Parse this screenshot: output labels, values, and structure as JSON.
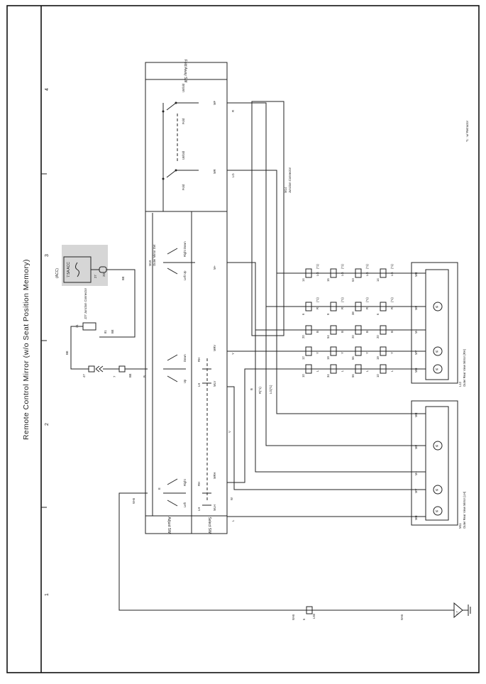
{
  "title": "Remote Control Mirror (w/o Seat Position Memory)",
  "footnote": "*1 : w/ Retractor",
  "grid_numbers": [
    "1",
    "2",
    "3",
    "4"
  ],
  "fuse": {
    "label": "7.5A ACC",
    "power": "(ACC)",
    "pin": "27",
    "conn": "2D"
  },
  "junction_j27": {
    "name": "J27 Junction Connector",
    "pin_a": "31",
    "pin_b": "81"
  },
  "ground": {
    "id": "L7",
    "wire": "W-B"
  },
  "ground_connector": {
    "pin": "6",
    "conn": "L93"
  },
  "outer_mirror_sw": {
    "id": "M19",
    "name": "Outer Mirror SW"
  },
  "adjust_sw": "Adjust SW",
  "select_sw": "Select SW",
  "fold_away_sw": "Fold Away SW",
  "junction_m14": {
    "id": "M14",
    "name": "Junction Connector"
  },
  "mirror_rh": {
    "id": "L12",
    "name": "Outer Rear View Mirror (RH)"
  },
  "mirror_lh": {
    "id": "M11",
    "name": "Outer Rear View Mirror (LH)"
  },
  "switch_labels": {
    "left": "Left",
    "right": "Right",
    "up": "Up",
    "down": "Down",
    "left_up": "Left Up",
    "right_down": "Right Down",
    "fold": "Fold",
    "unfold": "Unfold",
    "rh": "RH",
    "lh": "LH"
  },
  "terminals": {
    "mf": "MF",
    "mr": "MR",
    "mplus": "M+",
    "mrv": "MRV",
    "mlv": "MLV",
    "mrh": "MRH",
    "mlh": "MLH",
    "mv": "MV",
    "mh": "MH",
    "b": "B",
    "e": "E"
  },
  "wires": {
    "wb": "W-B",
    "lg": "LG",
    "lg1": "LG(*1)",
    "r": "R",
    "r1": "R(*1)",
    "b": "B",
    "y": "Y",
    "l": "L",
    "v": "V",
    "w": "W",
    "be": "BE"
  },
  "motor": "M",
  "connector_rows": [
    {
      "wire": "LG",
      "note": "(*1)",
      "pins": [
        "14",
        "15",
        "53",
        "14"
      ]
    },
    {
      "wire": "R",
      "note": "(*1)",
      "pins": [
        "6",
        "9",
        "38",
        "6"
      ]
    },
    {
      "wire": "B",
      "note": "",
      "pins": [
        "20",
        "54",
        "20",
        "20"
      ]
    },
    {
      "wire": "Y",
      "note": "",
      "pins": [
        "12",
        "19",
        "56",
        "19"
      ]
    },
    {
      "wire": "L",
      "note": "",
      "pins": [
        "10",
        "34",
        "56",
        "10"
      ]
    }
  ]
}
